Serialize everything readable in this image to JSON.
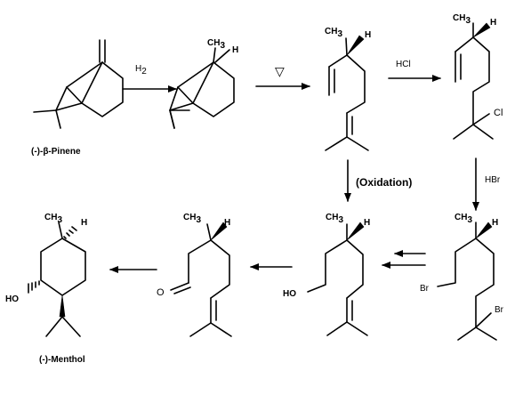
{
  "labels": {
    "pinene": "(-)-β-Pinene",
    "menthol": "(-)-Menthol",
    "oxidation": "(Oxidation)"
  },
  "reagents": {
    "h2": "H",
    "h2_sub": "2",
    "heat": "▽",
    "hcl": "HCl",
    "hbr": "HBr"
  },
  "atoms": {
    "ch3": "CH",
    "ch3_sub": "3",
    "h": "H",
    "cl": "Cl",
    "br": "Br",
    "ho": "HO",
    "o": "O"
  }
}
